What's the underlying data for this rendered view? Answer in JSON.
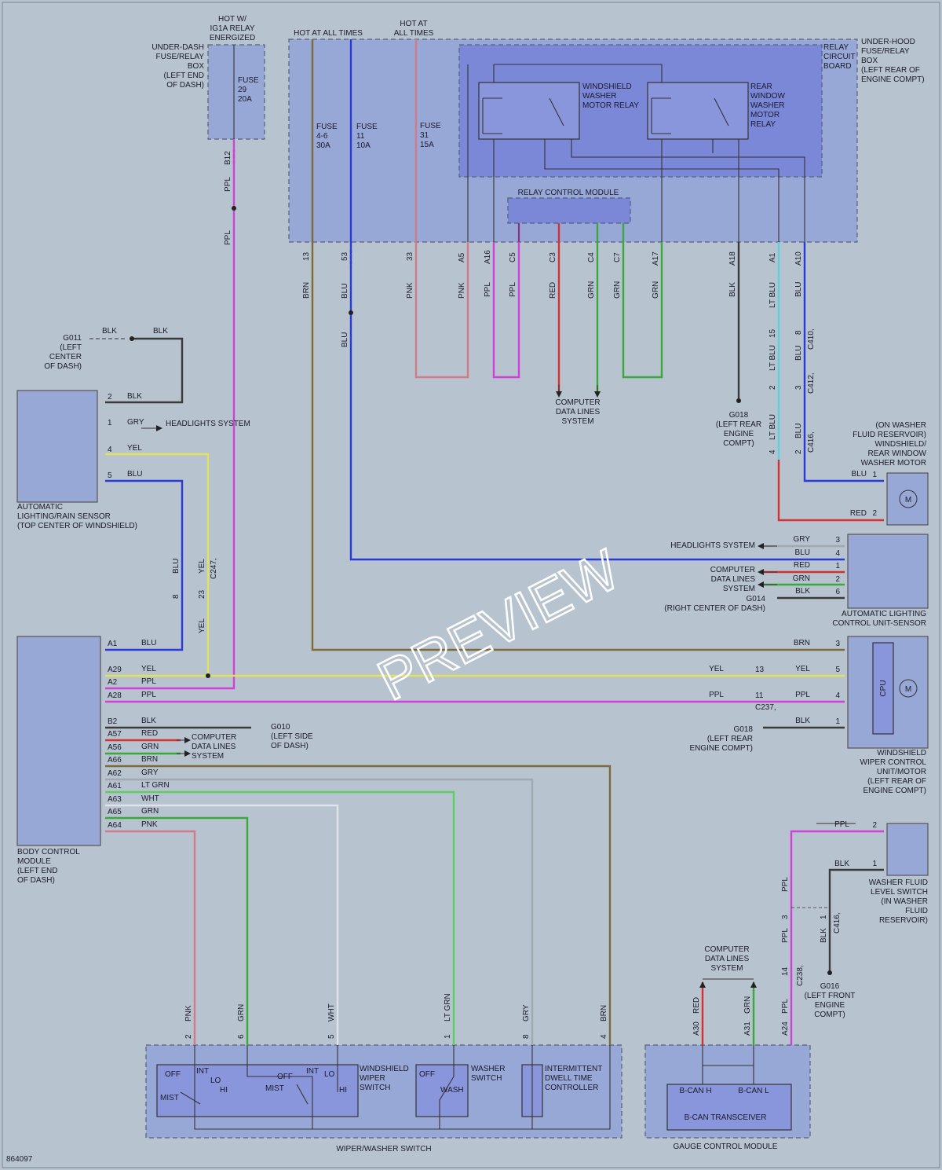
{
  "diagram_id": "864097",
  "watermark": "PREVIEW",
  "colors": {
    "BLU": "#2a3ad8",
    "YEL": "#e2e25a",
    "PPL": "#d040d8",
    "BRN": "#7d6a3a",
    "GRY": "#a0a8b0",
    "RED": "#d83030",
    "GRN": "#3aa83a",
    "LTGRN": "#5cd05c",
    "WHT": "#dde3e6",
    "PNK": "#d47a86",
    "BLK": "#3a3a3a",
    "LTBLU": "#5ad2e0"
  },
  "headers": {
    "hot_ig1a": [
      "HOT W/",
      "IG1A RELAY",
      "ENERGIZED"
    ],
    "hot_all_1": [
      "HOT AT ALL TIMES"
    ],
    "hot_all_2": [
      "HOT AT",
      "ALL TIMES"
    ]
  },
  "components": {
    "under_dash_box": [
      "UNDER-DASH",
      "FUSE/RELAY",
      "BOX",
      "(LEFT END",
      "OF DASH)"
    ],
    "under_hood_box": [
      "UNDER-HOOD",
      "FUSE/RELAY",
      "BOX",
      "(LEFT REAR OF",
      "ENGINE COMPT)"
    ],
    "relay_board": [
      "RELAY",
      "CIRCUIT",
      "BOARD"
    ],
    "ws_relay": [
      "WINDSHIELD",
      "WASHER",
      "MOTOR RELAY"
    ],
    "rw_relay": [
      "REAR",
      "WINDOW",
      "WASHER",
      "MOTOR",
      "RELAY"
    ],
    "relay_module": "RELAY CONTROL MODULE",
    "rain_sensor": [
      "AUTOMATIC",
      "LIGHTING/RAIN SENSOR",
      "(TOP CENTER OF WINDSHIELD)"
    ],
    "bcm": [
      "BODY CONTROL",
      "MODULE",
      "(LEFT END",
      "OF DASH)"
    ],
    "washer_motor": [
      "(ON WASHER",
      "FLUID RESERVOIR)",
      "WINDSHIELD/",
      "REAR WINDOW",
      "WASHER MOTOR"
    ],
    "light_unit": [
      "AUTOMATIC LIGHTING",
      "CONTROL UNIT-SENSOR"
    ],
    "wiper_motor": [
      "WINDSHIELD",
      "WIPER CONTROL",
      "UNIT/MOTOR",
      "(LEFT REAR OF",
      "ENGINE COMPT)"
    ],
    "cpu": "CPU",
    "motor_m": "M",
    "fluid_switch": [
      "WASHER FLUID",
      "LEVEL SWITCH",
      "(IN WASHER",
      "FLUID",
      "RESERVOIR)"
    ],
    "wiper_switch_group": "WIPER/WASHER SWITCH",
    "ws_wiper_switch": [
      "WINDSHIELD",
      "WIPER",
      "SWITCH"
    ],
    "washer_switch": [
      "WASHER",
      "SWITCH"
    ],
    "dwell": [
      "INTERMITTENT",
      "DWELL TIME",
      "CONTROLLER"
    ],
    "gauge_module": "GAUGE CONTROL MODULE",
    "bcan_h": "B-CAN H",
    "bcan_l": "B-CAN L",
    "bcan_trans": "B-CAN TRANSCEIVER",
    "sw_labels": {
      "off": "OFF",
      "int": "INT",
      "lo": "LO",
      "hi": "HI",
      "mist": "MIST",
      "wash": "WASH"
    }
  },
  "fuses": [
    {
      "text": [
        "FUSE",
        "29",
        "20A"
      ]
    },
    {
      "text": [
        "FUSE",
        "4-6",
        "30A"
      ]
    },
    {
      "text": [
        "FUSE",
        "11",
        "10A"
      ]
    },
    {
      "text": [
        "FUSE",
        "31",
        "15A"
      ]
    }
  ],
  "grounds": {
    "g011": [
      "G011",
      "(LEFT",
      "CENTER",
      "OF DASH)"
    ],
    "g018a": [
      "G018",
      "(LEFT REAR",
      "ENGINE",
      "COMPT)"
    ],
    "g014": [
      "G014",
      "(RIGHT CENTER OF DASH)"
    ],
    "g018b": [
      "G018",
      "(LEFT REAR",
      "ENGINE COMPT)"
    ],
    "g010": [
      "G010",
      "(LEFT SIDE",
      "OF DASH)"
    ],
    "g016": [
      "G016",
      "(LEFT FRONT",
      "ENGINE",
      "COMPT)"
    ]
  },
  "systems": {
    "headlights": "HEADLIGHTS SYSTEM",
    "headlights2": "HEADLIGHTS SYSTEM",
    "cdl_center": [
      "COMPUTER",
      "DATA LINES",
      "SYSTEM"
    ],
    "cdl_right": [
      "COMPUTER",
      "DATA LINES",
      "SYSTEM"
    ],
    "cdl_bcm": [
      "COMPUTER",
      "DATA LINES",
      "SYSTEM"
    ],
    "cdl_gauge": [
      "COMPUTER",
      "DATA LINES",
      "SYSTEM"
    ]
  },
  "connectors": [
    "C247",
    "C410",
    "C412",
    "C416",
    "C237",
    "C238",
    "C416"
  ],
  "wire_colors": [
    "BLK",
    "GRY",
    "YEL",
    "BLU",
    "PPL",
    "BRN",
    "PNK",
    "RED",
    "GRN",
    "LT BLU",
    "LT GRN",
    "WHT"
  ],
  "pins": {
    "b12": "B12",
    "p13": "13",
    "p53": "53",
    "p33": "33",
    "pA5": "A5",
    "pA16": "A16",
    "pC5": "C5",
    "pC3": "C3",
    "pC4": "C4",
    "pC7": "C7",
    "pA17": "A17",
    "pA18": "A18",
    "pA1": "A1",
    "pA10": "A10",
    "c15": "15",
    "c8": "8",
    "c2": "2",
    "c3": "3",
    "c4": "4",
    "c2b": "2",
    "rs2": "2",
    "rs1": "1",
    "rs4": "4",
    "rs5": "5",
    "cc8": "8",
    "cc23": "23",
    "wm1": "1",
    "wm2": "2",
    "lu3": "3",
    "lu4": "4",
    "lu1": "1",
    "lu2": "2",
    "lu6": "6",
    "mo3": "3",
    "mo5": "5",
    "mo4": "4",
    "mo1": "1",
    "c13": "13",
    "c11": "11",
    "bA1": "A1",
    "bA29": "A29",
    "bA2": "A2",
    "bA28": "A28",
    "bB2": "B2",
    "bA57": "A57",
    "bA56": "A56",
    "bA66": "A66",
    "bA62": "A62",
    "bA61": "A61",
    "bA63": "A63",
    "bA65": "A65",
    "bA64": "A64",
    "fs2": "2",
    "fs1": "1",
    "c3b": "3",
    "c1b": "1",
    "c14": "14",
    "sw2": "2",
    "sw6": "6",
    "sw5": "5",
    "sw1": "1",
    "sw8": "8",
    "sw4": "4",
    "gA30": "A30",
    "gA31": "A31",
    "gA24": "A24"
  }
}
